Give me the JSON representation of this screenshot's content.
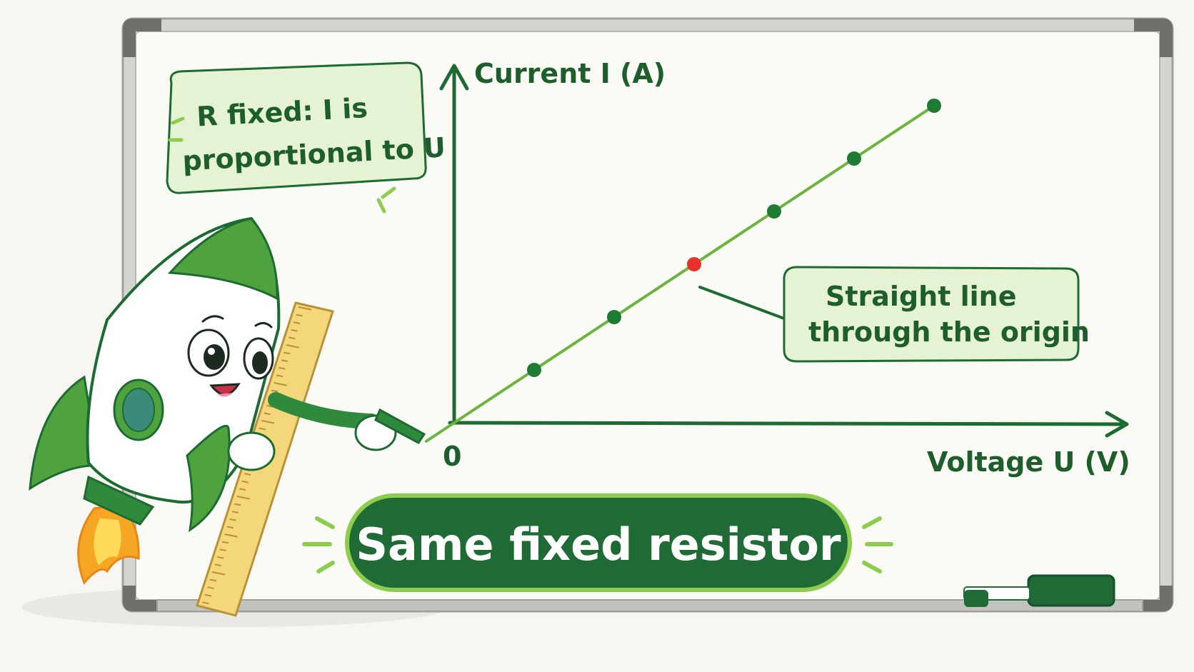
{
  "colors": {
    "background": "#f7f6f1",
    "board": "#fbfbf6",
    "frame": "#c9cac6",
    "ink_dark_green": "#1d6b32",
    "line_green": "#6cb33f",
    "point_green": "#1f7a34",
    "highlight_point": "#e8312c",
    "callout_fill": "#e6f2d4",
    "banner_fill": "#1f6a35",
    "banner_border": "#8ccc4f"
  },
  "callout_top": {
    "line1": "R fixed: I is",
    "line2": "proportional to U"
  },
  "callout_right": {
    "line1": "Straight line",
    "line2": "through the origin"
  },
  "banner": {
    "text": "Same fixed resistor"
  },
  "icons": {
    "mascot": "rocket-mascot-icon",
    "ruler": "ruler-icon",
    "marker": "marker-pen-icon",
    "flame": "flame-icon"
  },
  "chart_data": {
    "type": "line",
    "xlabel": "Voltage U (V)",
    "ylabel": "Current I (A)",
    "origin_label": "0",
    "series": [
      {
        "x": [
          0,
          1,
          2,
          3,
          4,
          5,
          6
        ],
        "y": [
          0,
          1,
          2,
          3,
          4,
          5,
          6
        ]
      }
    ],
    "highlighted_point_index": 3,
    "xlim": [
      0,
      8.5
    ],
    "ylim": [
      0,
      8.2
    ],
    "grid": false,
    "tick_labels": false
  }
}
